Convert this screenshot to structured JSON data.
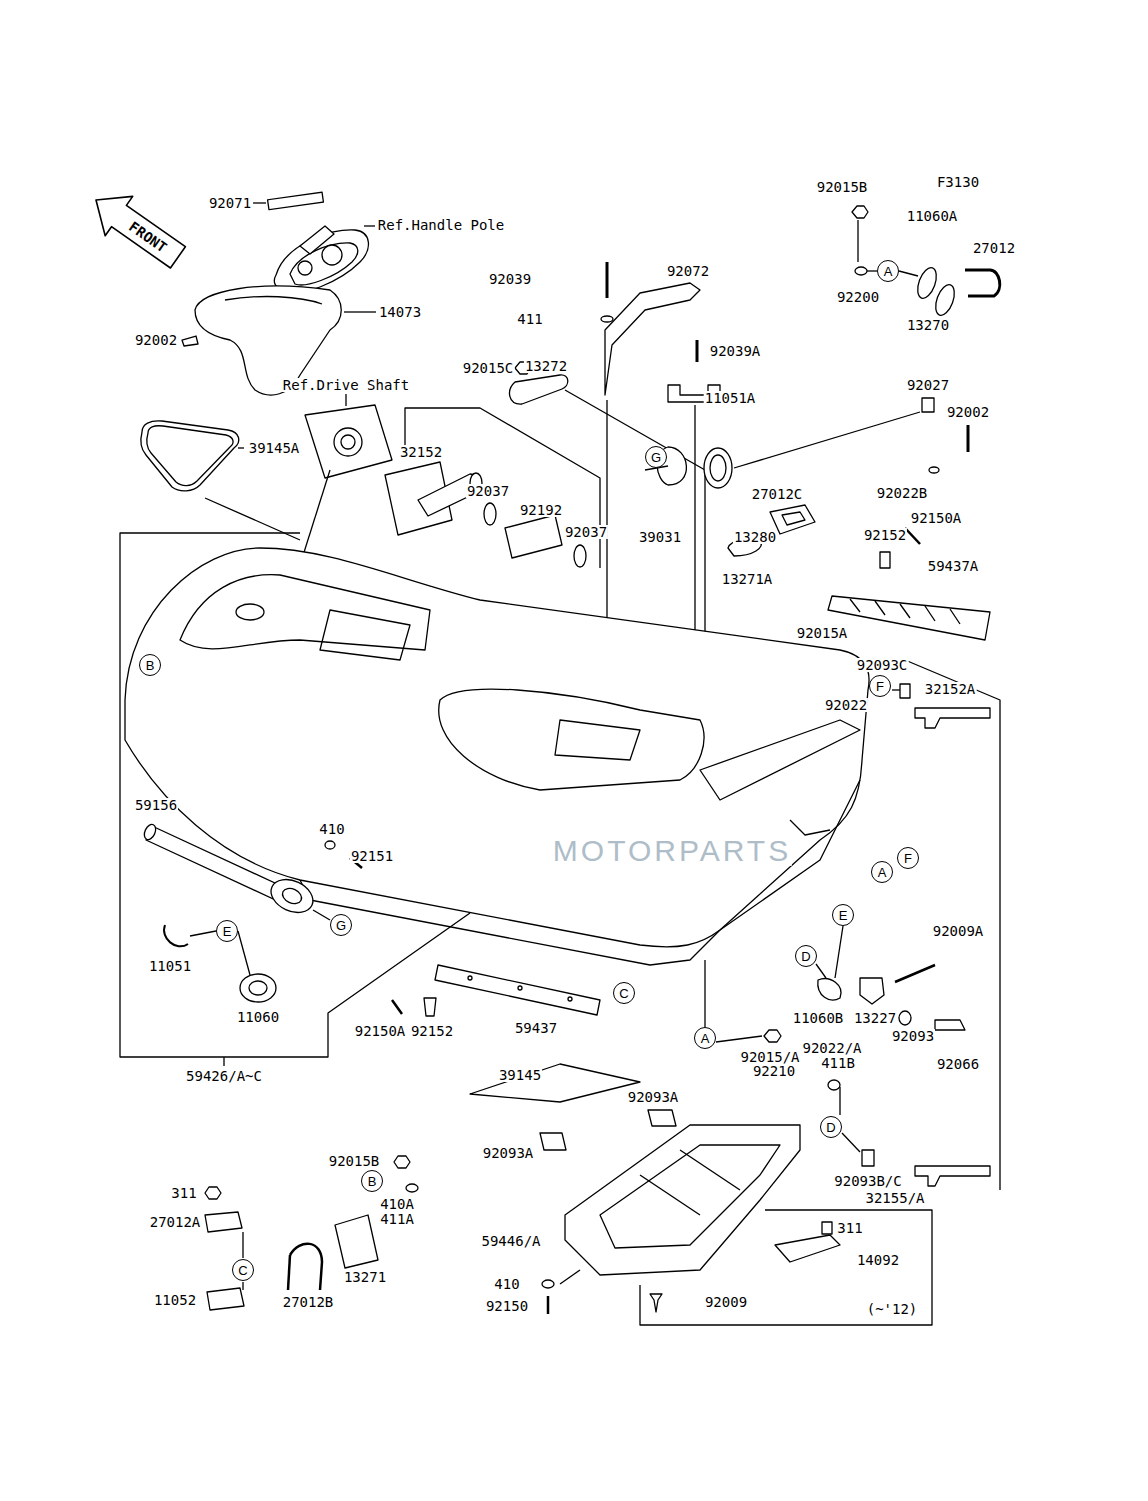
{
  "diagram": {
    "nodes": [
      {
        "text": [
          "A"
        ]
      },
      {
        "text": [
          "G"
        ]
      },
      {
        "text": [
          "B"
        ]
      },
      {
        "text": [
          "F"
        ]
      },
      {
        "text": [
          "F"
        ]
      },
      {
        "text": [
          "A"
        ]
      },
      {
        "text": [
          "E"
        ]
      },
      {
        "text": [
          "G"
        ]
      },
      {
        "text": [
          "E"
        ]
      },
      {
        "text": [
          "D"
        ]
      },
      {
        "text": [
          "C"
        ]
      },
      {
        "text": [
          "A"
        ]
      },
      {
        "text": [
          "D"
        ]
      },
      {
        "text": [
          "B"
        ]
      },
      {
        "text": [
          "C"
        ]
      }
    ],
    "labels": [
      "F3130",
      "92015B",
      "92071",
      "11060A",
      "Ref.Handle Pole",
      "FRONT",
      "27012",
      "92072",
      "92039",
      "92200",
      "14073",
      "411",
      "13270",
      "92002",
      "92039A",
      "92015C",
      "13272",
      "Ref.Drive Shaft",
      "92027",
      "11051A",
      "92002",
      "39145A",
      "32152",
      "92037",
      "27012C",
      "92022B",
      "92192",
      "92150A",
      "92037",
      "39031",
      "13280",
      "92152",
      "59437A",
      "13271A",
      "92015A",
      "92093C",
      "32152A",
      "92022",
      "59156",
      "410",
      "MOTORPARTS",
      "92151",
      "92009A",
      "11051",
      "11060",
      "11060B",
      "13227",
      "92150A",
      "92152",
      "59437",
      "92093",
      "92022/A",
      "92015/A",
      "411B",
      "92066",
      "92210",
      "39145",
      "59426/A~C",
      "92093A",
      "92093A",
      "92015B",
      "92093B/C",
      "311",
      "32155/A",
      "410A",
      "411A",
      "27012A",
      "311",
      "59446/A",
      "14092",
      "13271",
      "410",
      "11052",
      "27012B",
      "92009",
      "92150",
      "(~'12)"
    ]
  }
}
